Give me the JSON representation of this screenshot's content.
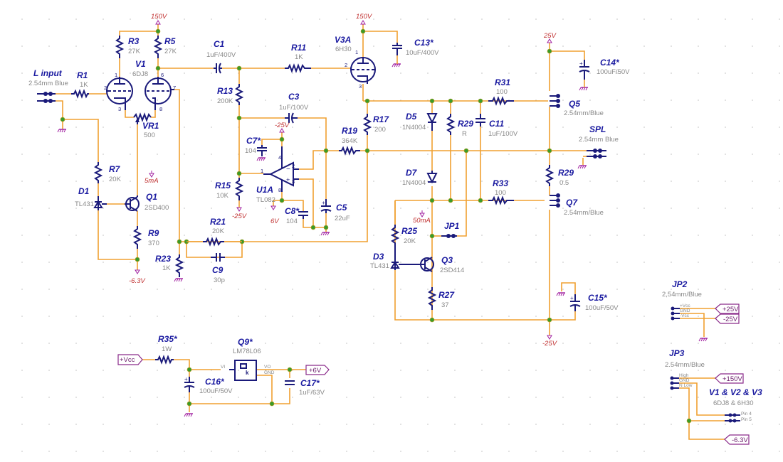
{
  "diagram_type": "electronic schematic",
  "components": {
    "linput": {
      "ref": "L input",
      "val": "2.54mm Blue"
    },
    "r1": {
      "ref": "R1",
      "val": "1K"
    },
    "r3": {
      "ref": "R3",
      "val": "27K"
    },
    "r5": {
      "ref": "R5",
      "val": "27K"
    },
    "v1": {
      "ref": "V1",
      "val": "6DJ8",
      "pins": [
        "1",
        "2",
        "3",
        "6",
        "7",
        "8"
      ]
    },
    "vr1": {
      "ref": "VR1",
      "val": "500"
    },
    "r7": {
      "ref": "R7",
      "val": "20K"
    },
    "d1": {
      "ref": "D1",
      "val": "TL431"
    },
    "q1": {
      "ref": "Q1",
      "val": "2SD400"
    },
    "r9": {
      "ref": "R9",
      "val": "370"
    },
    "c1": {
      "ref": "C1",
      "val": "1uF/400V"
    },
    "r11": {
      "ref": "R11",
      "val": "1K"
    },
    "v3a": {
      "ref": "V3A",
      "val": "6H30",
      "pins": [
        "1",
        "2",
        "3"
      ]
    },
    "c13": {
      "ref": "C13*",
      "val": "10uF/400V"
    },
    "r13": {
      "ref": "R13",
      "val": "200K"
    },
    "c3": {
      "ref": "C3",
      "val": "1uF/100V"
    },
    "c7": {
      "ref": "C7*",
      "val": "104"
    },
    "u1a": {
      "ref": "U1A",
      "val": "TL082",
      "pins": [
        "1",
        "2",
        "3",
        "4",
        "8"
      ]
    },
    "r15": {
      "ref": "R15",
      "val": "10K"
    },
    "c8": {
      "ref": "C8*",
      "val": "104"
    },
    "c5": {
      "ref": "C5",
      "val": "22uF"
    },
    "r19": {
      "ref": "R19",
      "val": "364K"
    },
    "r17": {
      "ref": "R17",
      "val": "200"
    },
    "r21": {
      "ref": "R21",
      "val": "20K"
    },
    "c9": {
      "ref": "C9",
      "val": "30p"
    },
    "r23": {
      "ref": "R23",
      "val": "1K"
    },
    "d5": {
      "ref": "D5",
      "val": "1N4004"
    },
    "d7": {
      "ref": "D7",
      "val": "1N4004"
    },
    "r29a": {
      "ref": "R29",
      "val": "R"
    },
    "c11": {
      "ref": "C11",
      "val": "1uF/100V"
    },
    "r31": {
      "ref": "R31",
      "val": "100"
    },
    "r33": {
      "ref": "R33",
      "val": "100"
    },
    "q5": {
      "ref": "Q5",
      "val": "2.54mm/Blue"
    },
    "q7": {
      "ref": "Q7",
      "val": "2.54mm/Blue"
    },
    "r29b": {
      "ref": "R29",
      "val": "0.5"
    },
    "spl": {
      "ref": "SPL",
      "val": "2.54mm Blue"
    },
    "c14": {
      "ref": "C14*",
      "val": "100uF/50V"
    },
    "c15": {
      "ref": "C15*",
      "val": "100uF/50V"
    },
    "jp1": {
      "ref": "JP1"
    },
    "r25": {
      "ref": "R25",
      "val": "20K"
    },
    "d3": {
      "ref": "D3",
      "val": "TL431"
    },
    "q3": {
      "ref": "Q3",
      "val": "2SD414"
    },
    "r27": {
      "ref": "R27",
      "val": "37"
    },
    "r35": {
      "ref": "R35*",
      "val": "1W"
    },
    "q9": {
      "ref": "Q9*",
      "val": "LM78L06",
      "pin_vi": "VI",
      "pin_vo": "VO",
      "pin_gnd": "GND"
    },
    "c16": {
      "ref": "C16*",
      "val": "100uF/50V"
    },
    "c17": {
      "ref": "C17*",
      "val": "1uF/63V"
    },
    "jp2": {
      "ref": "JP2",
      "val": "2,54mm/Blue",
      "pins": [
        "+Vcc",
        "GND",
        "-Vcc"
      ]
    },
    "jp3": {
      "ref": "JP3",
      "val": "2.54mm/Blue",
      "pins": [
        "High",
        "GND",
        "N Low"
      ]
    },
    "heaters": {
      "ref": "V1 & V2 & V3",
      "val": "6DJ8 & 6H30",
      "pin4": "Pin 4",
      "pin5": "Pin 5"
    }
  },
  "power": {
    "v150a": "150V",
    "v150b": "150V",
    "p25": "25V",
    "m25a": "-25V",
    "m25b": "-25V",
    "m25c": "-25V",
    "m63": "-6.3V",
    "p6": "6V",
    "i5": "5mA",
    "i50": "50mA"
  },
  "ports": {
    "vcc": "+Vcc",
    "p6v": "+6V",
    "p25v": "+25V",
    "m25v": "-25V",
    "p150v": "+150V",
    "m63v": "-6.3V"
  }
}
